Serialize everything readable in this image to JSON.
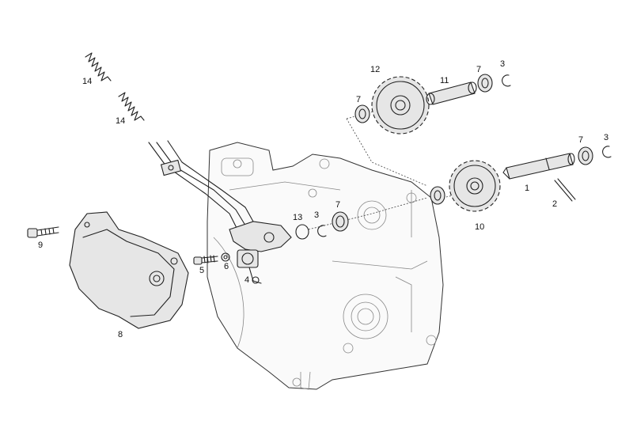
{
  "callouts": {
    "c1": "1",
    "c2": "2",
    "c3a": "3",
    "c3b": "3",
    "c3c": "3",
    "c4": "4",
    "c5": "5",
    "c6": "6",
    "c7a": "7",
    "c7b": "7",
    "c7c": "7",
    "c7d": "7",
    "c8": "8",
    "c9": "9",
    "c10": "10",
    "c11": "11",
    "c12": "12",
    "c13": "13",
    "c14a": "14",
    "c14b": "14"
  },
  "colors": {
    "line": "#222222",
    "fill": "#e6e6e6",
    "background": "#ffffff"
  }
}
